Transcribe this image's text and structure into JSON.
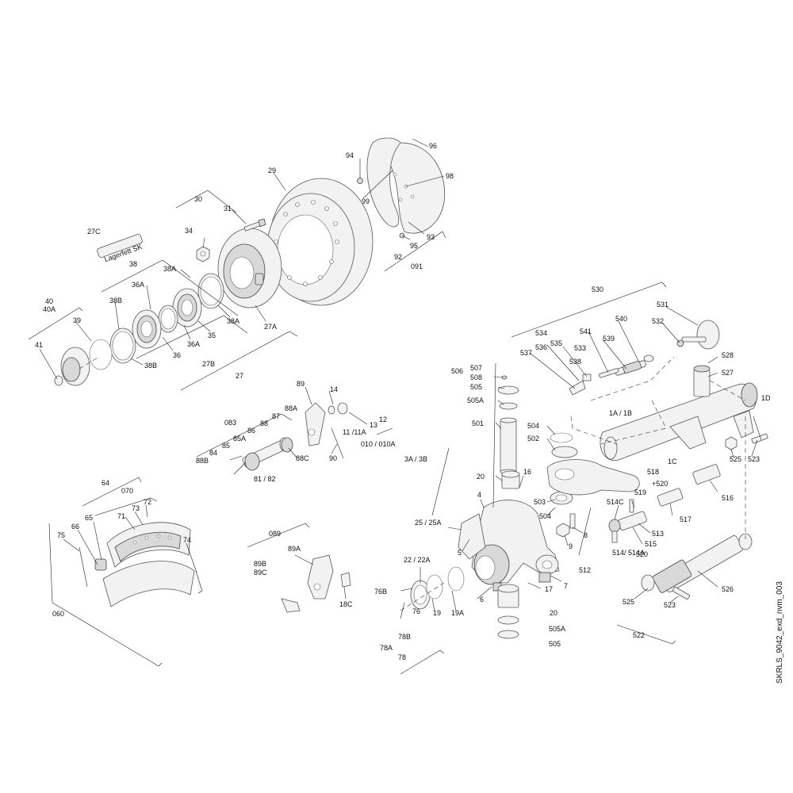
{
  "document_id": "SKRLS_9042_exd_nvm_003",
  "sticker_text": "Lagerfett SK",
  "part_numbers": [
    "27C",
    "40",
    "40A",
    "41",
    "39",
    "38",
    "38B",
    "36A",
    "38A",
    "36",
    "38B",
    "27B",
    "27",
    "35",
    "36A",
    "38A",
    "27A",
    "30",
    "31",
    "34",
    "29",
    "94",
    "96",
    "98",
    "99",
    "95",
    "92",
    "93",
    "091",
    "530",
    "531",
    "532",
    "534",
    "535",
    "536",
    "537",
    "533",
    "538",
    "541",
    "540",
    "539",
    "528",
    "527",
    "506",
    "507",
    "508",
    "505",
    "505A",
    "501",
    "504",
    "502",
    "1A / 1B",
    "1D",
    "1C",
    "525",
    "523",
    "518",
    "+520",
    "516",
    "517",
    "89",
    "14",
    "88A",
    "87",
    "88",
    "86",
    "85A",
    "85",
    "84",
    "083",
    "88B",
    "81 / 82",
    "88C",
    "90",
    "11 /11A",
    "13",
    "12",
    "010 / 010A",
    "3A / 3B",
    "20",
    "16",
    "4",
    "25 / 25A",
    "5",
    "503",
    "504",
    "519",
    "514C",
    "513",
    "515",
    "514/ 514A",
    "520",
    "8",
    "9",
    "512",
    "7",
    "17",
    "6",
    "64",
    "070",
    "73",
    "72",
    "71",
    "65",
    "66",
    "75",
    "74",
    "060",
    "089",
    "89A",
    "89B",
    "89C",
    "18C",
    "22 / 22A",
    "76B",
    "19",
    "19A",
    "76",
    "78B",
    "78A",
    "78",
    "20",
    "505A",
    "505",
    "526",
    "525",
    "523",
    "522"
  ],
  "colors": {
    "line": "#222222",
    "part_fill": "#f2f2f2",
    "part_shade": "#d9d9d9",
    "background": "#ffffff"
  }
}
